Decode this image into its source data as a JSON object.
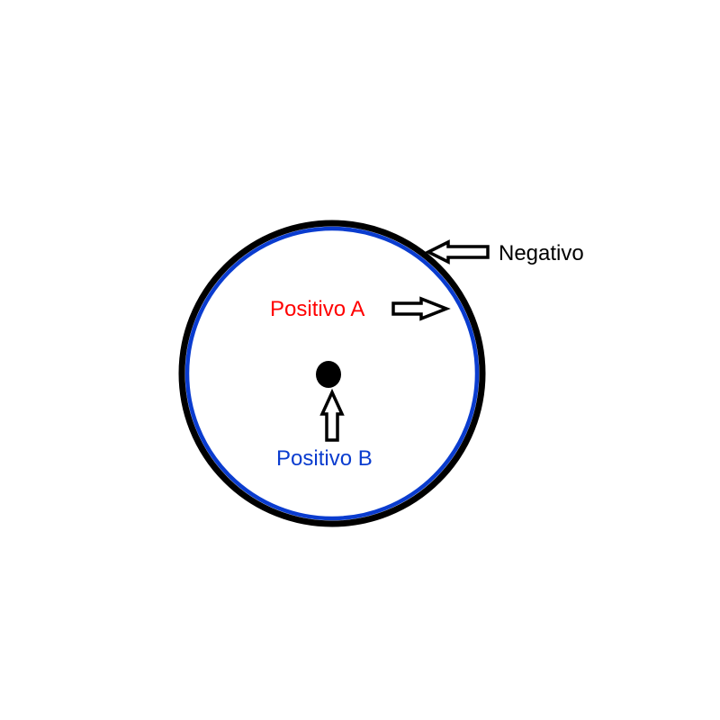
{
  "labels": {
    "negativo": "Negativo",
    "positivo_a": "Positivo A",
    "positivo_b": "Positivo B"
  },
  "colors": {
    "background": "#ffffff",
    "outer_ring": "#000000",
    "inner_ring": "#0a3ccf",
    "negativo_text": "#000000",
    "positivo_a_text": "#ff0000",
    "positivo_b_text": "#0a3ccf",
    "center_dot": "#000000",
    "arrow_fill": "#ffffff",
    "arrow_stroke": "#000000"
  }
}
